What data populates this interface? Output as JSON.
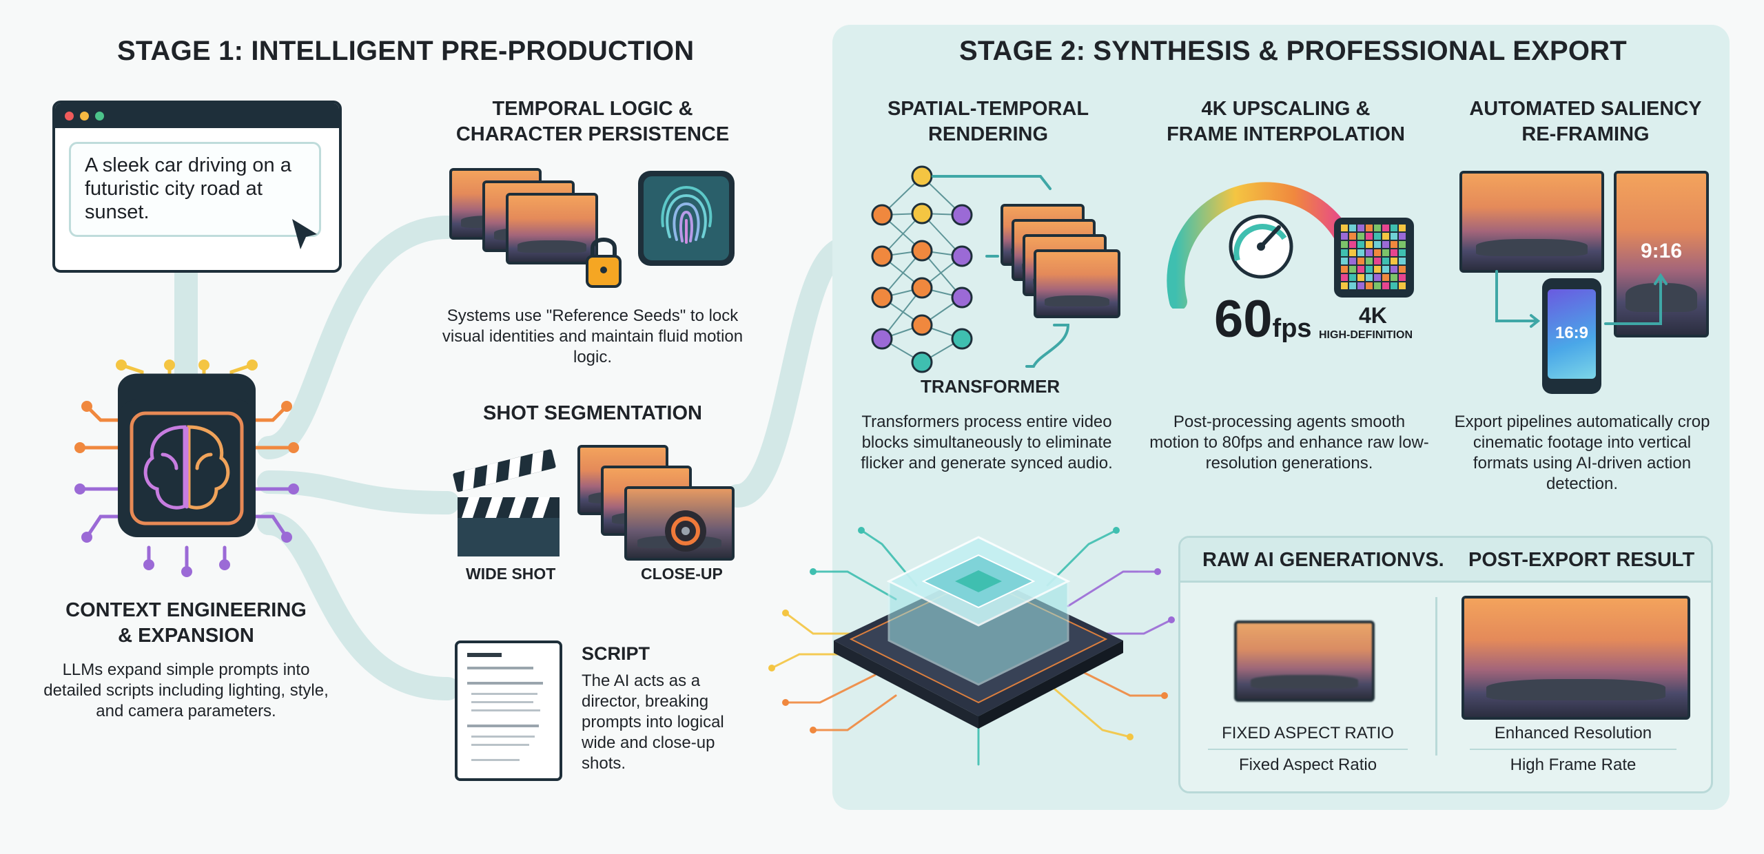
{
  "stage1": {
    "title": "STAGE 1: INTELLIGENT PRE-PRODUCTION",
    "prompt_text": "A sleek car driving on a futuristic city road at sunset.",
    "context": {
      "title_line1": "CONTEXT ENGINEERING",
      "title_line2": "& EXPANSION",
      "desc": "LLMs expand simple prompts into detailed scripts including lighting, style, and camera parameters."
    },
    "temporal": {
      "title_line1": "TEMPORAL LOGIC &",
      "title_line2": "CHARACTER PERSISTENCE",
      "desc": "Systems use \"Reference Seeds\" to lock visual identities and maintain fluid motion logic."
    },
    "shots": {
      "title": "SHOT SEGMENTATION",
      "wide_label": "WIDE SHOT",
      "closeup_label": "CLOSE-UP"
    },
    "script": {
      "title": "SCRIPT",
      "desc": "The AI acts as a director, breaking prompts into logical wide and close-up shots."
    }
  },
  "stage2": {
    "title": "STAGE 2: SYNTHESIS & PROFESSIONAL EXPORT",
    "rendering": {
      "title_line1": "SPATIAL-TEMPORAL",
      "title_line2": "RENDERING",
      "transformer_label": "TRANSFORMER",
      "desc": "Transformers process entire video blocks simultaneously to eliminate flicker and generate synced audio."
    },
    "upscaling": {
      "title_line1": "4K UPSCALING &",
      "title_line2": "FRAME INTERPOLATION",
      "fps_value": "60",
      "fps_unit": "fps",
      "res_value": "4K",
      "res_label": "HIGH-DEFINITION",
      "desc": "Post-processing agents smooth motion to 80fps and enhance raw low-resolution generations."
    },
    "saliency": {
      "title_line1": "AUTOMATED SALIENCY",
      "title_line2": "RE-FRAMING",
      "vertical_ratio": "9:16",
      "wide_ratio": "16:9",
      "desc": "Export pipelines automatically crop cinematic footage into vertical formats using AI-driven action detection."
    },
    "comparison": {
      "left_header": "RAW AI GENERATION",
      "vs": "VS.",
      "right_header": "POST-EXPORT RESULT",
      "left_line1": "FIXED ASPECT RATIO",
      "left_line2": "Fixed Aspect Ratio",
      "right_line1": "Enhanced Resolution",
      "right_line2": "High Frame Rate"
    }
  },
  "colors": {
    "panel_bg": "#dcefee",
    "flow_line": "#cfe6e5",
    "node_yellow": "#f4c542",
    "node_orange": "#f0883e",
    "node_purple": "#9b6ad6",
    "node_teal": "#3fbfb0",
    "dark_navy": "#1e2f3a"
  }
}
